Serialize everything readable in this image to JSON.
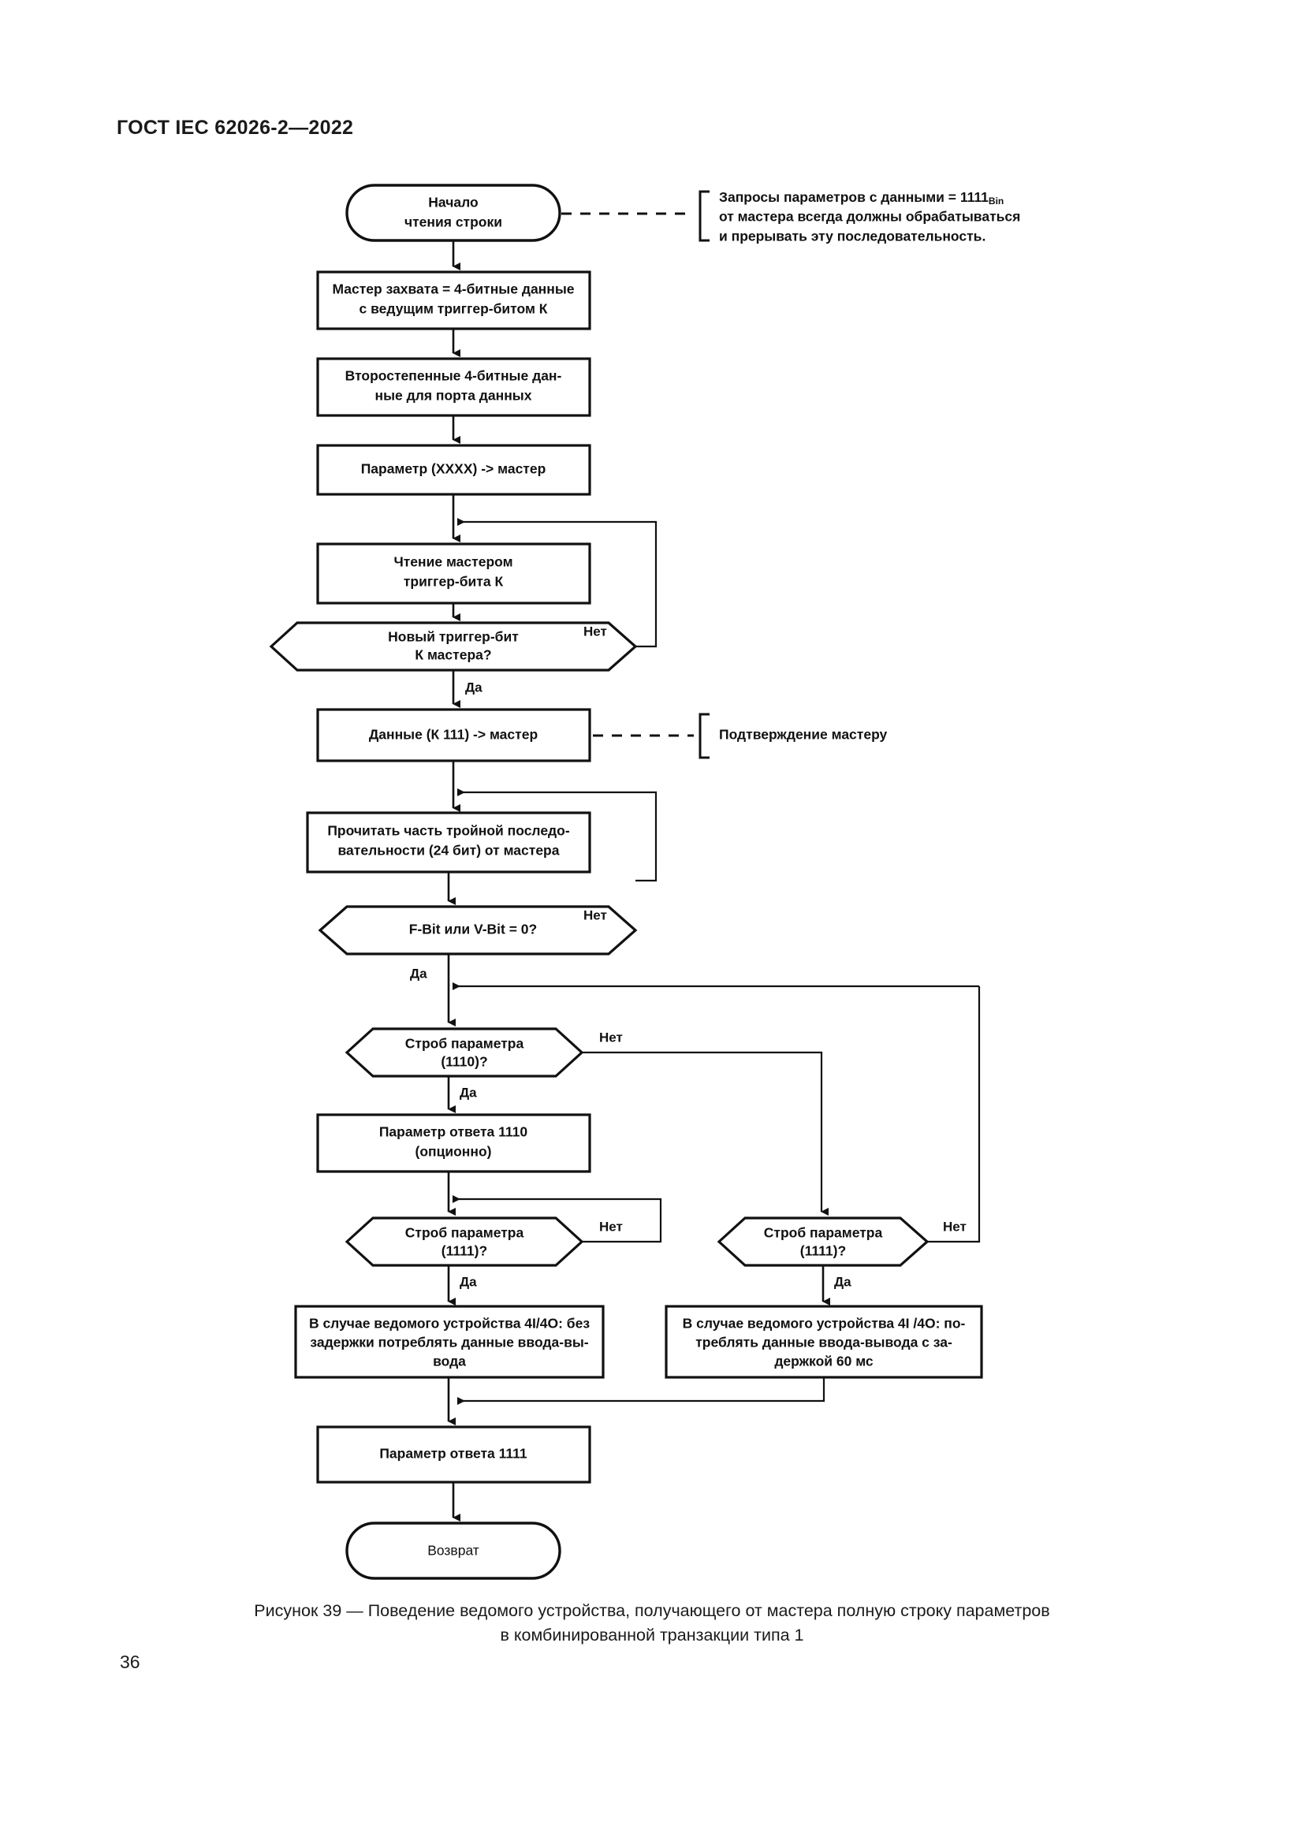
{
  "document": {
    "header": "ГОСТ IEC 62026-2—2022",
    "page_number": "36"
  },
  "figure": {
    "caption_line1": "Рисунок 39 — Поведение ведомого устройства, получающего от мастера полную строку параметров",
    "caption_line2": "в комбинированной транзакции типа 1"
  },
  "flowchart": {
    "type": "flowchart",
    "nodes": {
      "start": {
        "shape": "terminator",
        "line1": "Начало",
        "line2": "чтения строки"
      },
      "capture_master": {
        "shape": "process",
        "line1": "Мастер захвата = 4-битные данные",
        "line2": "с ведущим триггер-битом К"
      },
      "secondary_data": {
        "shape": "process",
        "line1": "Второстепенные 4-битные дан-",
        "line2": "ные для порта данных"
      },
      "param_xxxx": {
        "shape": "process",
        "line1": "Параметр (XXXX) -> мастер"
      },
      "read_trigger": {
        "shape": "process",
        "line1": "Чтение мастером",
        "line2": "триггер-бита К"
      },
      "new_trigger_decision": {
        "shape": "decision",
        "line1": "Новый триггер-бит",
        "line2": "К мастера?"
      },
      "data_k111": {
        "shape": "process",
        "line1": "Данные (К 111) -> мастер"
      },
      "read_triple": {
        "shape": "process",
        "line1": "Прочитать часть тройной последо-",
        "line2": "вательности (24 бит) от мастера"
      },
      "fbit_vbit_decision": {
        "shape": "decision",
        "line1": "F-Bit или V-Bit = 0?"
      },
      "strobe_1110_decision": {
        "shape": "decision",
        "line1": "Строб параметра",
        "line2": "(1110)?"
      },
      "response_1110": {
        "shape": "process",
        "line1": "Параметр ответа 1110",
        "line2": "(опционно)"
      },
      "strobe_1111_left_decision": {
        "shape": "decision",
        "line1": "Строб параметра",
        "line2": "(1111)?"
      },
      "strobe_1111_right_decision": {
        "shape": "decision",
        "line1": "Строб параметра",
        "line2": "(1111)?"
      },
      "slave_no_delay": {
        "shape": "process",
        "line1": "В случае ведомого устройства 4I/4O: без",
        "line2": "задержки потреблять данные ввода-вы-",
        "line3": "вода"
      },
      "slave_delay_60ms": {
        "shape": "process",
        "line1": "В случае ведомого устройства 4I /4O: по-",
        "line2": "треблять данные ввода-вывода с за-",
        "line3": "держкой 60 мс"
      },
      "response_1111": {
        "shape": "process",
        "line1": "Параметр ответа 1111"
      },
      "return": {
        "shape": "terminator",
        "line1": "Возврат"
      }
    },
    "branch_labels": {
      "no": "Нет",
      "yes": "Да"
    },
    "annotations": {
      "start_note": {
        "line1_pre": "Запросы параметров с данными = 1111",
        "line1_sub": "Bin",
        "line2": "от мастера всегда должны обрабатываться",
        "line3": "и прерывать эту последовательность."
      },
      "ack_note": {
        "line1": "Подтверждение мастеру"
      }
    }
  }
}
